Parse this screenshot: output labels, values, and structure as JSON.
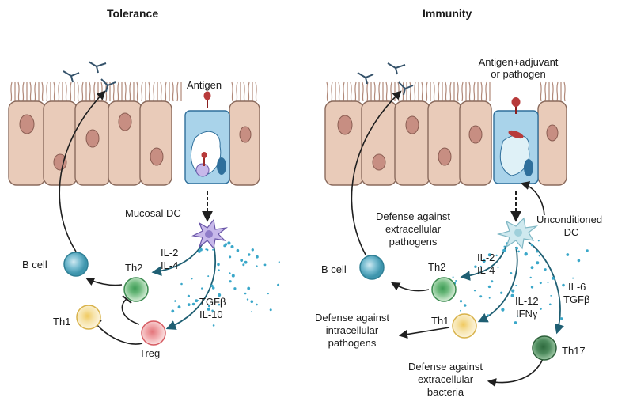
{
  "tolerance": {
    "title": "Tolerance",
    "antigen": "Antigen",
    "mucosal_dc": "Mucosal DC",
    "il2": "IL-2",
    "il4": "IL-4",
    "tgfb": "TGFβ",
    "il10": "IL-10",
    "b_cell": "B cell",
    "th2": "Th2",
    "th1": "Th1",
    "treg": "Treg"
  },
  "immunity": {
    "title": "Immunity",
    "antigen_line1": "Antigen+adjuvant",
    "antigen_line2": "or pathogen",
    "unconditioned_line1": "Unconditioned",
    "unconditioned_line2": "DC",
    "defense_extracellular_line1": "Defense against",
    "defense_extracellular_line2": "extracellular",
    "defense_extracellular_line3": "pathogens",
    "b_cell": "B cell",
    "th2": "Th2",
    "il2": "IL-2",
    "il4": "IL-4",
    "il6": "IL-6",
    "tgfb": "TGFβ",
    "il12": "IL-12",
    "ifng": "IFNγ",
    "th1": "Th1",
    "th17": "Th17",
    "defense_intracellular_line1": "Defense against",
    "defense_intracellular_line2": "intracellular",
    "defense_intracellular_line3": "pathogens",
    "defense_bacteria_line1": "Defense against",
    "defense_bacteria_line2": "extracellular",
    "defense_bacteria_line3": "bacteria"
  },
  "colors": {
    "epithelium": "#e9cbb9",
    "nucleus": "#c78e82",
    "dc_cell": "#bfe3ef",
    "b_cell": "#3e95ad",
    "th2": "#58a86a",
    "th1": "#f3dc9a",
    "treg": "#e9878b",
    "th17": "#3e7a4d",
    "cytokine": "#3aa7c9"
  }
}
